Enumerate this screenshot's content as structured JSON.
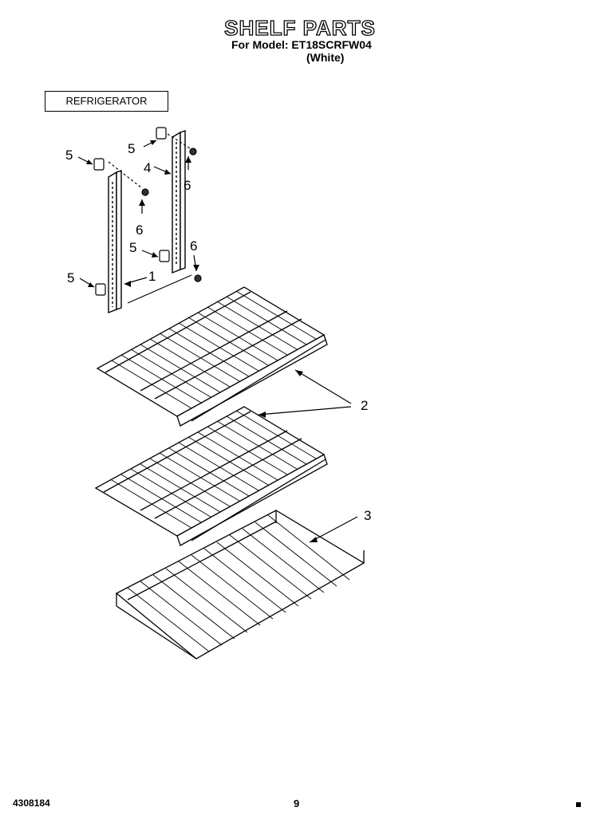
{
  "header": {
    "title": "SHELF PARTS",
    "model_line": "For Model: ET18SCRFW04",
    "color_line": "(White)"
  },
  "section_label": "REFRIGERATOR",
  "callouts": {
    "c1": "1",
    "c2": "2",
    "c3": "3",
    "c4": "4",
    "c5a": "5",
    "c5b": "5",
    "c5c": "5",
    "c5d": "5",
    "c6a": "6",
    "c6b": "6",
    "c6c": "6"
  },
  "footer": {
    "doc_number": "4308184",
    "page_number": "9"
  }
}
